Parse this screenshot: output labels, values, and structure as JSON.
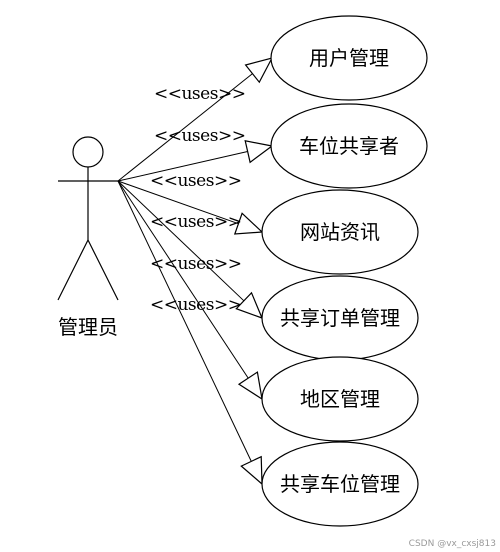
{
  "actor": {
    "label": "管理员"
  },
  "relation_label": "<<uses>>",
  "use_cases": [
    {
      "label": "用户管理"
    },
    {
      "label": "车位共享者"
    },
    {
      "label": "网站资讯"
    },
    {
      "label": "共享订单管理"
    },
    {
      "label": "地区管理"
    },
    {
      "label": "共享车位管理"
    }
  ],
  "watermark": "CSDN @vx_cxsj813"
}
